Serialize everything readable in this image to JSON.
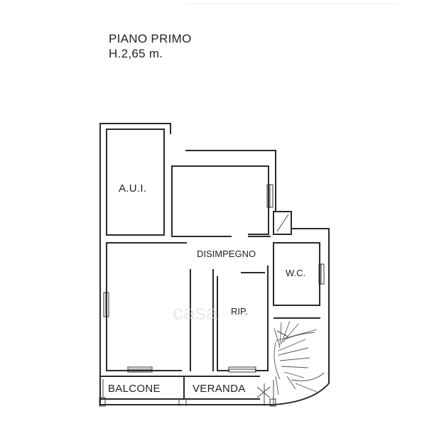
{
  "header": {
    "title": "PIANO PRIMO",
    "height": "H.2,65 m."
  },
  "rooms": {
    "aui": "A.U.I.",
    "disimpegno": "DISIMPEGNO",
    "wc": "W.C.",
    "rip": "RIP.",
    "balcone": "BALCONE",
    "veranda": "VERANDA"
  },
  "watermark": "casa"
}
